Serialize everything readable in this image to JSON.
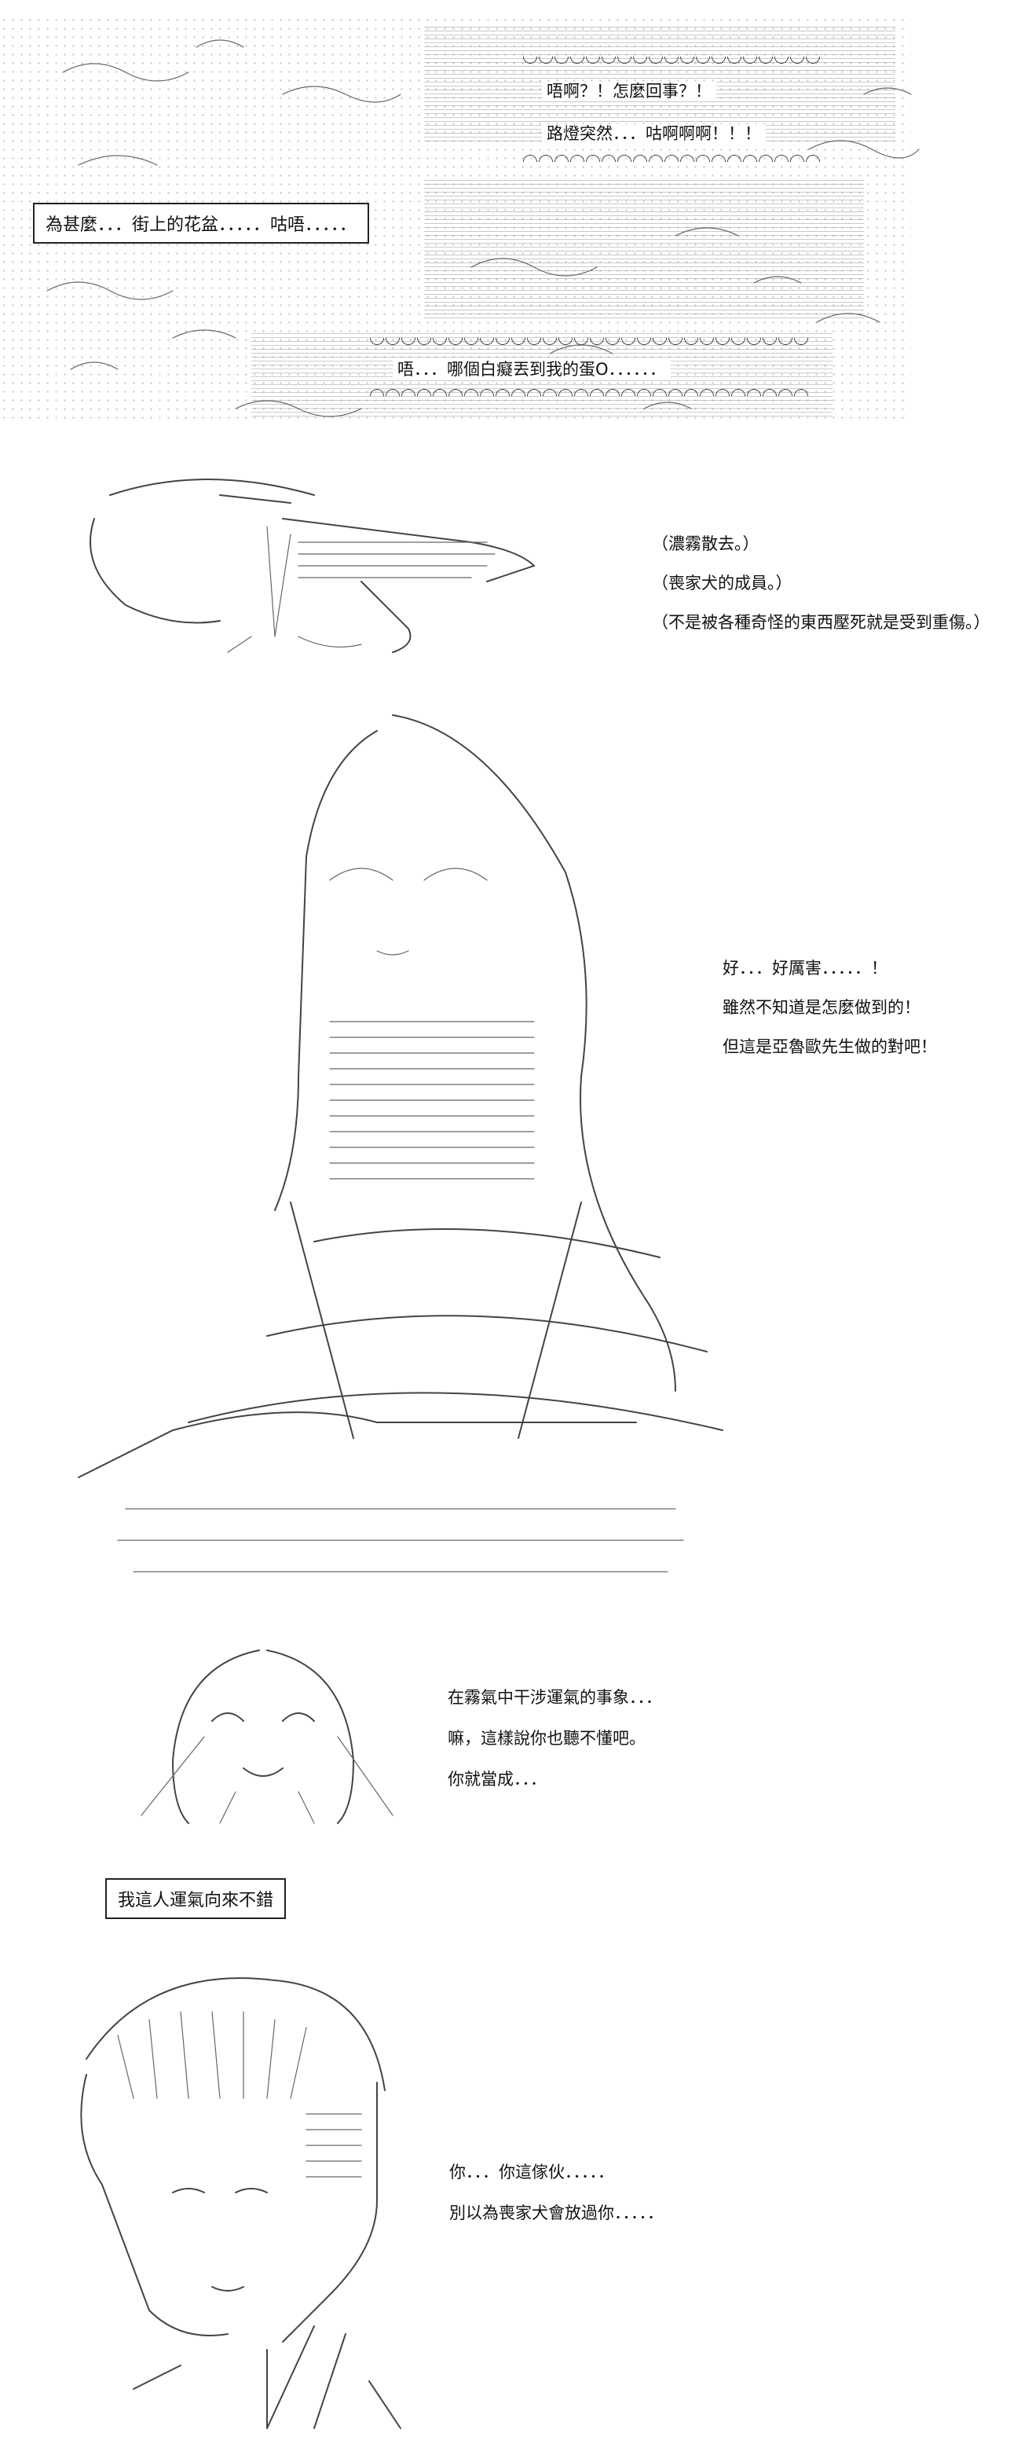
{
  "panel1": {
    "bubble_top_lines": [
      "唔啊？！怎麼回事？！",
      "路燈突然．．．咕啊啊啊！！！"
    ],
    "box_left": "為甚麼．．．街上的花盆．．．．．咕唔．．．．．",
    "bubble_bottom": "唔．．．哪個白癡丟到我的蛋O．．．．．．"
  },
  "panel2": {
    "lines": [
      "（濃霧散去。）",
      "（喪家犬的成員。）",
      "（不是被各種奇怪的東西壓死就是受到重傷。）"
    ]
  },
  "panel3": {
    "lines": [
      "好．．．好厲害．．．．．！",
      "雖然不知道是怎麼做到的！",
      "但這是亞魯歐先生做的對吧！"
    ]
  },
  "panel4": {
    "lines": [
      "在霧氣中干涉運氣的事象．．．",
      "嘛，這樣說你也聽不懂吧。",
      "你就當成．．．"
    ],
    "box": "我這人運氣向來不錯"
  },
  "panel5": {
    "lines": [
      "你．．．你這傢伙．．．．．",
      "別以為喪家犬會放過你．．．．．"
    ]
  }
}
